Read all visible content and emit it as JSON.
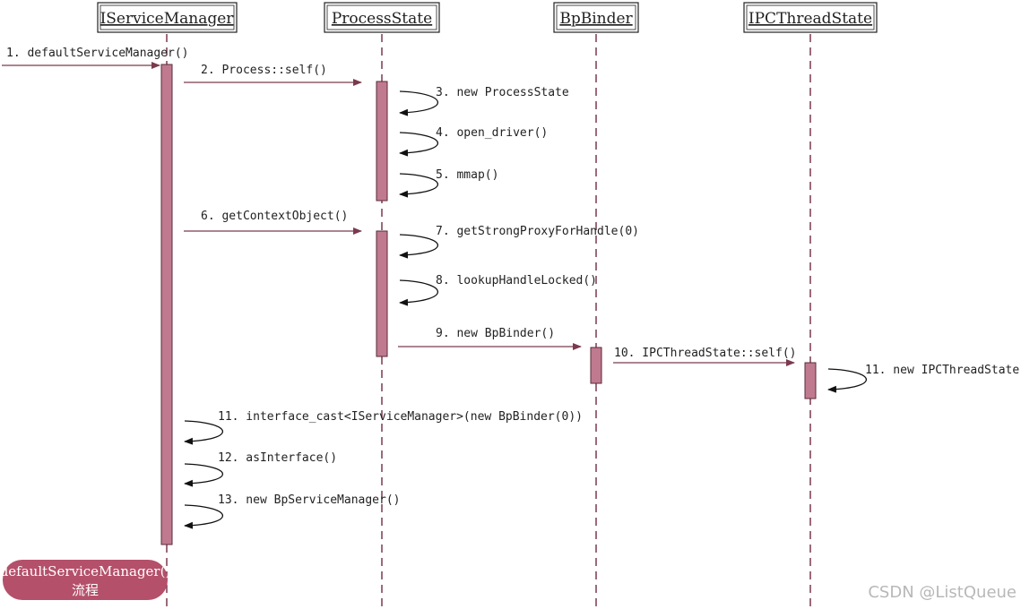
{
  "participants": [
    {
      "id": "isvc",
      "label": "IServiceManager"
    },
    {
      "id": "ps",
      "label": "ProcessState"
    },
    {
      "id": "bp",
      "label": "BpBinder"
    },
    {
      "id": "ipc",
      "label": "IPCThreadState"
    }
  ],
  "messages": [
    {
      "label": "1. defaultServiceManager()"
    },
    {
      "label": "2. Process::self()"
    },
    {
      "label": "3. new ProcessState"
    },
    {
      "label": "4. open_driver()"
    },
    {
      "label": "5. mmap()"
    },
    {
      "label": "6. getContextObject()"
    },
    {
      "label": "7. getStrongProxyForHandle(0)"
    },
    {
      "label": "8. lookupHandleLocked()"
    },
    {
      "label": "9. new BpBinder()"
    },
    {
      "label": "10. IPCThreadState::self()"
    },
    {
      "label": "11. new IPCThreadState"
    },
    {
      "label": "11. interface_cast<IServiceManager>(new BpBinder(0))"
    },
    {
      "label": "12. asInterface()"
    },
    {
      "label": "13. new BpServiceManager()"
    }
  ],
  "caption": {
    "line1": "defaultServiceManager()",
    "line2": "流程"
  },
  "watermark": "CSDN @ListQueue",
  "colors": {
    "lifeline": "#7a3a4e",
    "activation_fill": "#c07a90",
    "activation_stroke": "#5a2a38",
    "arrow": "#7a3a4e",
    "self_arrow": "#111111",
    "caption_bg": "#b4506a",
    "watermark": "#b8b8b8"
  }
}
